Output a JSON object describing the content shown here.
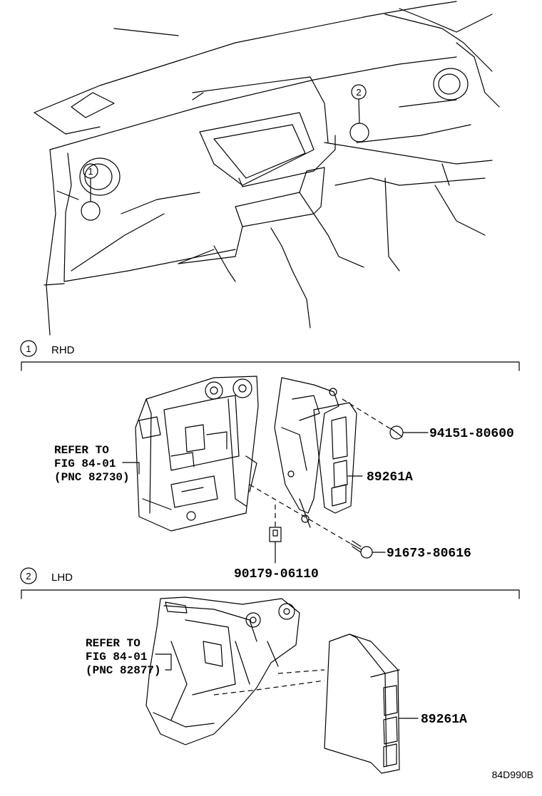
{
  "overview": {
    "callout_1": "1",
    "callout_2": "2"
  },
  "sections": [
    {
      "number": "1",
      "label": "RHD"
    },
    {
      "number": "2",
      "label": "LHD"
    }
  ],
  "rhd": {
    "refer_lines": [
      "REFER TO",
      "FIG 84-01",
      "(PNC 82730)"
    ],
    "parts": {
      "bolt_top": "94151-80600",
      "ecu": "89261A",
      "bolt_bottom": "91673-80616",
      "clip": "90179-06110"
    }
  },
  "lhd": {
    "refer_lines": [
      "REFER TO",
      "FIG 84-01",
      "(PNC 82877)"
    ],
    "parts": {
      "ecu": "89261A"
    }
  },
  "illustration_code": "84D990B"
}
